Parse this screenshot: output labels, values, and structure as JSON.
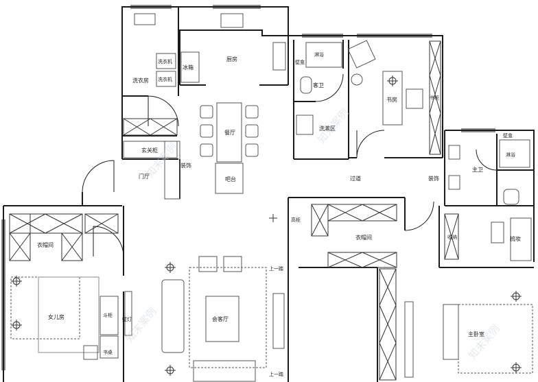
{
  "rooms": {
    "laundry_room": "洗衣房",
    "washer_1": "洗衣机",
    "washer_2": "洗衣机",
    "fridge": "冰箱",
    "kitchen": "厨房",
    "shower_small": "淋浴",
    "niche_small": "壁龛",
    "guest_bath": "客卫",
    "study": "书房",
    "bookcase": "书柜",
    "wash_area": "洗漱区",
    "dining": "餐厅",
    "entry_cabinet": "玄关柜",
    "decor_left": "装饰",
    "foyer": "门厅",
    "bar": "吧台",
    "corridor": "过道",
    "decor_right": "装饰",
    "master_bath": "主卫",
    "niche_master": "壁龛",
    "shower_master": "淋浴",
    "storage": "收纳",
    "dresser": "梳妆",
    "closet_left": "衣帽间",
    "tall_cabinet": "高柜",
    "closet_mid": "衣帽间",
    "daughter_room": "女儿房",
    "bucket_cabinet": "斗柜",
    "desk": "书桌",
    "wall_lamp": "壁灯",
    "living_room": "会客厅",
    "step_top": "上一踏",
    "step_bottom": "上一踏",
    "master_bedroom": "主卧室"
  },
  "watermarks": [
    "知末案例",
    "知末案例",
    "知末案例",
    "知末案例"
  ],
  "colors": {
    "wall": "#1a1a1a",
    "furniture": "#555555",
    "dashed": "#8a8a8a"
  }
}
